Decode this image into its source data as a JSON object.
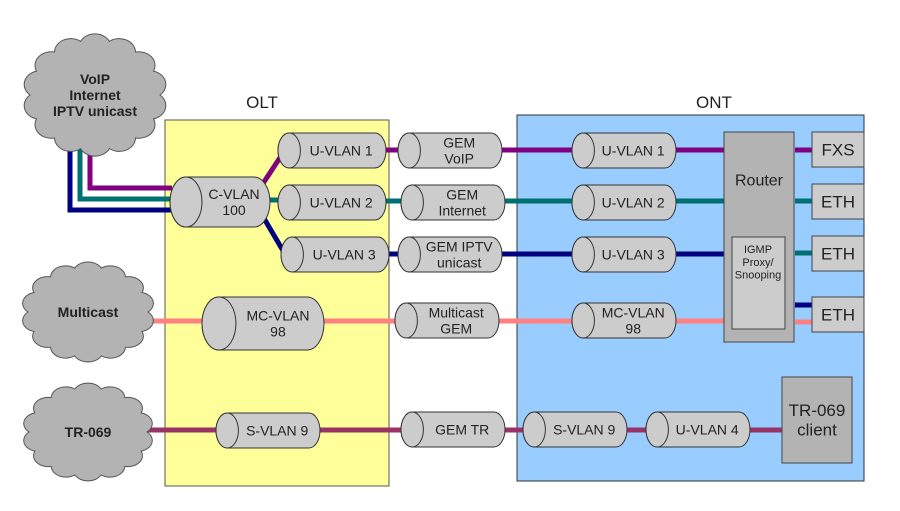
{
  "colors": {
    "olt_bg": "#ffff99",
    "ont_bg": "#99ccff",
    "cylinder": "#cccccc",
    "cloud": "#b3b3b3",
    "router": "#b3b3b3",
    "port": "#cccccc",
    "voip": "#800080",
    "internet": "#007070",
    "iptv": "#000080",
    "multicast": "#ff8080",
    "tr069": "#993366"
  },
  "clouds": [
    {
      "id": "services",
      "lines": [
        "VoIP",
        "Internet",
        "IPTV unicast"
      ]
    },
    {
      "id": "multicast",
      "lines": [
        "Multicast"
      ]
    },
    {
      "id": "tr069",
      "lines": [
        "TR-069"
      ]
    }
  ],
  "olt": {
    "title": "OLT",
    "cvlan": [
      "C-VLAN",
      "100"
    ],
    "uvlans": [
      [
        "U-VLAN 1"
      ],
      [
        "U-VLAN 2"
      ],
      [
        "U-VLAN 3"
      ]
    ],
    "mcvlan": [
      "MC-VLAN",
      "98"
    ],
    "svlan": [
      "S-VLAN 9"
    ]
  },
  "gem": [
    [
      "GEM",
      "VoIP"
    ],
    [
      "GEM",
      "Internet"
    ],
    [
      "GEM IPTV",
      "unicast"
    ],
    [
      "Multicast",
      "GEM"
    ],
    [
      "GEM TR"
    ]
  ],
  "ont": {
    "title": "ONT",
    "uvlans": [
      [
        "U-VLAN 1"
      ],
      [
        "U-VLAN 2"
      ],
      [
        "U-VLAN 3"
      ]
    ],
    "mcvlan": [
      "MC-VLAN",
      "98"
    ],
    "svlan": [
      "S-VLAN 9"
    ],
    "uvlan4": [
      "U-VLAN 4"
    ],
    "router": "Router",
    "igmp": [
      "IGMP",
      "Proxy/",
      "Snooping"
    ],
    "ports": [
      "FXS",
      "ETH",
      "ETH",
      "ETH"
    ],
    "tr069_client": [
      "TR-069",
      "client"
    ]
  }
}
